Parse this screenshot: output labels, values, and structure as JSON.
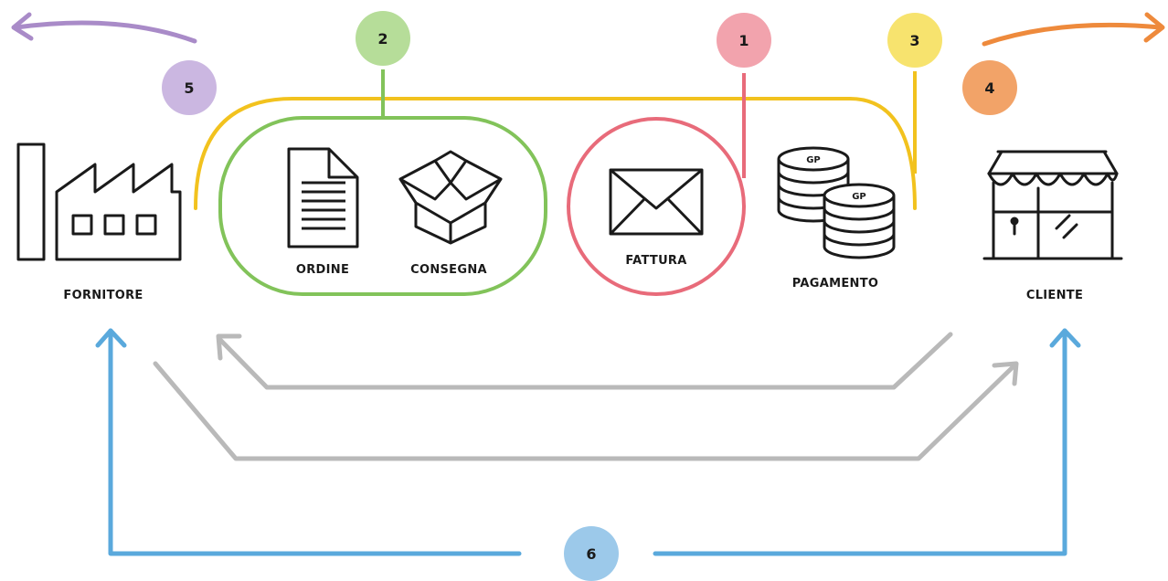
{
  "nodes": {
    "fornitore": "FORNITORE",
    "ordine": "ORDINE",
    "consegna": "CONSEGNA",
    "fattura": "FATTURA",
    "pagamento": "PAGAMENTO",
    "cliente": "CLIENTE"
  },
  "badges": {
    "b1": "1",
    "b2": "2",
    "b3": "3",
    "b4": "4",
    "b5": "5",
    "b6": "6"
  },
  "colors": {
    "red": "#e86b7a",
    "red_fill": "#f2a3ad",
    "green": "#82c35a",
    "green_fill": "#b6dd99",
    "yellow": "#f2c21e",
    "yellow_fill": "#f7e36e",
    "orange": "#ee8a3c",
    "orange_fill": "#f2a368",
    "purple": "#a98bc8",
    "purple_fill": "#cbb7e1",
    "blue": "#5aa9dc",
    "blue_fill": "#9cc9ea",
    "gray": "#b9b9b9",
    "ink": "#1a1a1a"
  },
  "icons": [
    "factory-icon",
    "document-icon",
    "box-icon",
    "envelope-icon",
    "coins-icon",
    "shop-icon"
  ]
}
